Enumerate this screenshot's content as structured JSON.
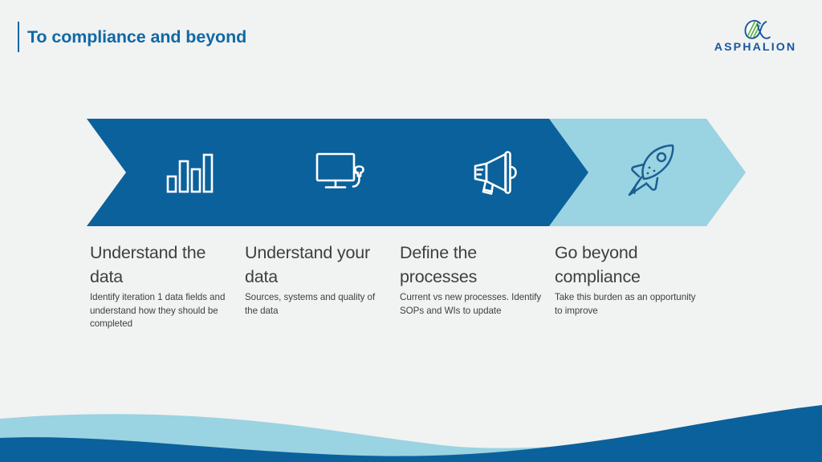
{
  "slide": {
    "title": "To compliance and beyond",
    "background_color": "#f1f2f2"
  },
  "logo": {
    "wordmark": "ASPHALION",
    "mark_name": "alpha-symbol",
    "blue": "#16589e",
    "green": "#5cb346"
  },
  "colors": {
    "title_blue": "#1069a5",
    "chevron_dark": "#0b619b",
    "chevron_light": "#9ad3e2",
    "rocket_outline": "#1b5f92",
    "text_gray": "#3f3f3f",
    "wave_dark": "#0b619b",
    "wave_light": "#9ad3e2"
  },
  "steps": [
    {
      "icon": "bar-chart-icon",
      "chevron_color": "#0b619b",
      "icon_color": "#ffffff",
      "heading": "Understand the data",
      "body": "Identify iteration 1 data fields and understand how they should be completed"
    },
    {
      "icon": "monitor-icon",
      "chevron_color": "#0b619b",
      "icon_color": "#ffffff",
      "heading": "Understand your data",
      "body": "Sources, systems and quality of the data"
    },
    {
      "icon": "megaphone-icon",
      "chevron_color": "#0b619b",
      "icon_color": "#ffffff",
      "heading": "Define the processes",
      "body": "Current vs new processes. Identify SOPs and WIs to update"
    },
    {
      "icon": "rocket-icon",
      "chevron_color": "#9ad3e2",
      "icon_color": "#1b5f92",
      "heading": "Go beyond compliance",
      "body": "Take this burden as an opportunity to improve"
    }
  ],
  "footer": {
    "wave_light_color": "#9ad3e2",
    "wave_dark_color": "#0b619b"
  }
}
